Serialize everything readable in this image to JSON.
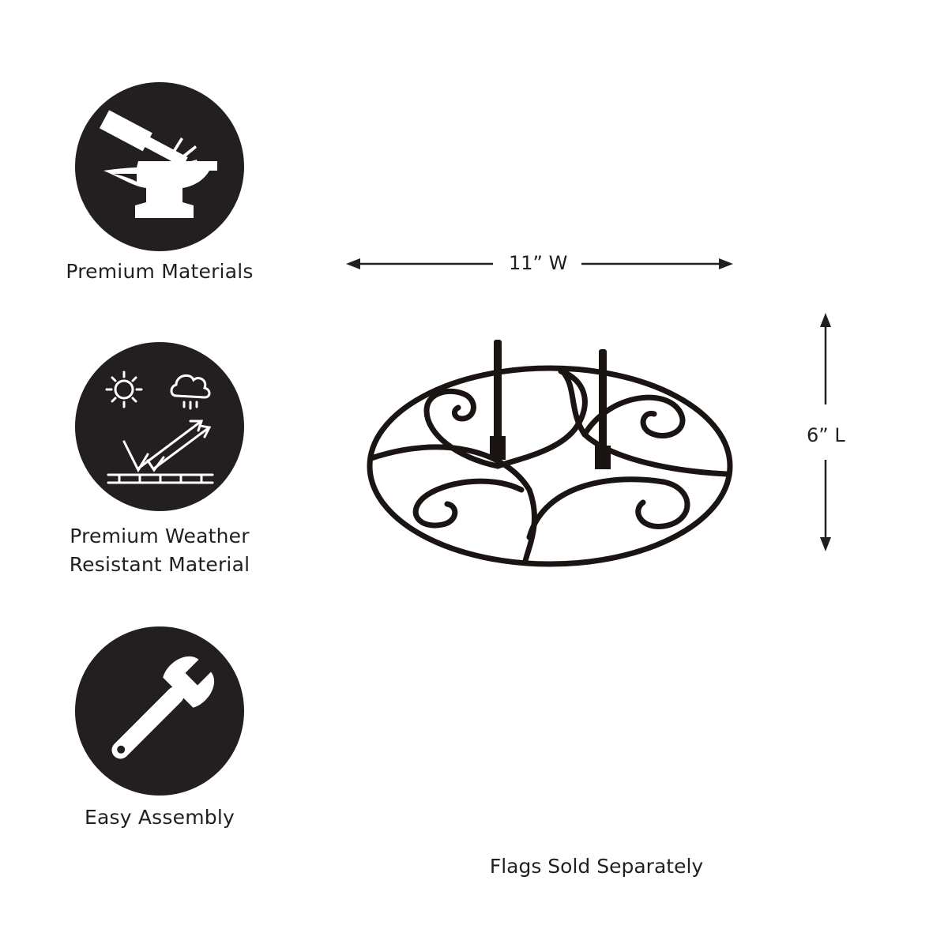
{
  "features": [
    {
      "icon": "anvil-hammer-icon",
      "label": "Premium Materials"
    },
    {
      "icon": "weather-resistance-icon",
      "label_line1": "Premium Weather",
      "label_line2": "Resistant Material"
    },
    {
      "icon": "wrench-icon",
      "label": "Easy Assembly"
    }
  ],
  "dimensions": {
    "width_label": "11” W",
    "length_label": "6” L"
  },
  "footnote": "Flags Sold Separately",
  "colors": {
    "icon_bg": "#231f20",
    "icon_fg": "#ffffff",
    "text": "#231f20",
    "product": "#1a1512"
  }
}
